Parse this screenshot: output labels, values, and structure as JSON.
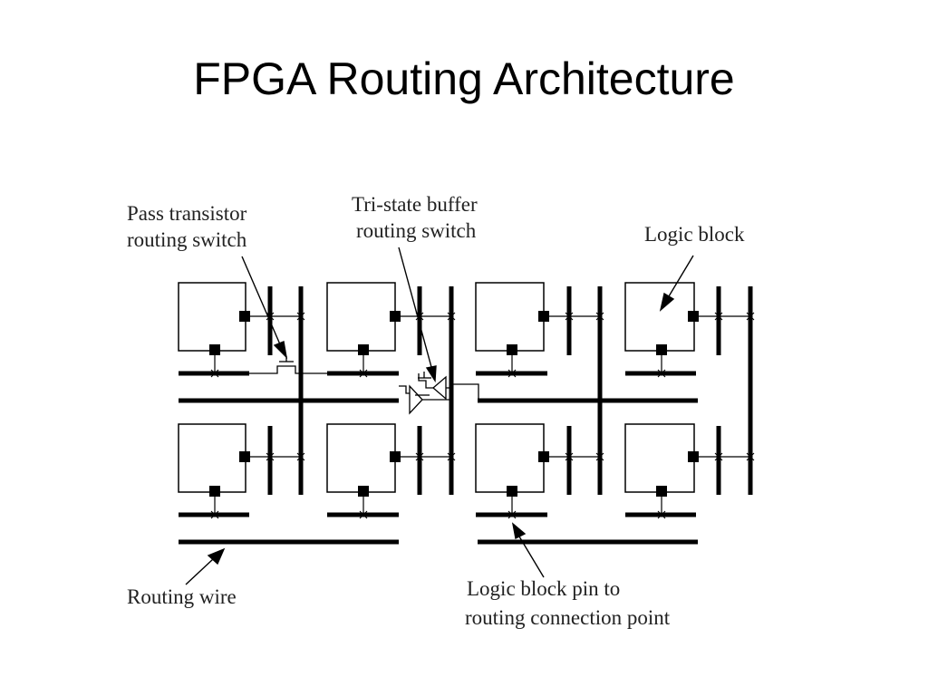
{
  "title": "FPGA Routing Architecture",
  "labels": {
    "pass_transistor": [
      "Pass transistor",
      "routing switch"
    ],
    "tristate_buffer": [
      "Tri-state buffer",
      "routing switch"
    ],
    "logic_block": "Logic block",
    "routing_wire": "Routing wire",
    "pin_connection": [
      "Logic block pin to",
      "routing connection point"
    ]
  },
  "colors": {
    "ink": "#000000",
    "text": "#222222",
    "background": "#ffffff"
  }
}
